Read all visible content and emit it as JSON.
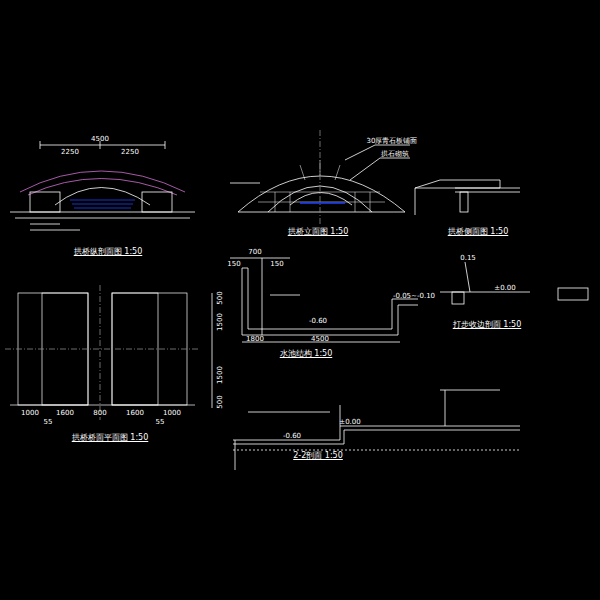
{
  "diagram": {
    "labels": [
      "4500",
      "2250",
      "2250",
      "拱桥纵剖面图 1:50",
      "拱桥立面图 1:50",
      "拱桥侧面图 1:50",
      "30厚青石板铺面",
      "拱石砌筑",
      "拱桥桥面平面图 1:50",
      "1000",
      "1600",
      "800",
      "1600",
      "1000",
      "55",
      "55",
      "500",
      "1500",
      "1500",
      "500",
      "水池结构 1:50",
      "700",
      "150",
      "150",
      "1800",
      "4500",
      "-0.60",
      "-0.05~-0.10",
      "打步收边剖面 1:50",
      "0.15",
      "±0.00",
      "2-2剖面 1:50",
      "-0.60",
      "±0.00"
    ]
  }
}
